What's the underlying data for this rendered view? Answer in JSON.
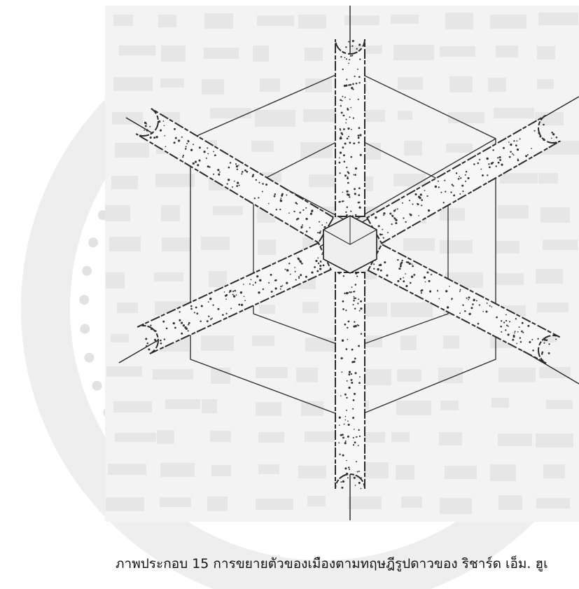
{
  "caption": "ภาพประกอบ 15 การขยายตัวของเมืองตามทฤษฎีรูปดาวของ ริชาร์ด เอ็ม. ฮูเ",
  "figure": {
    "subject": "star-shaped city expansion diagram",
    "arm_count": 6
  },
  "colors": {
    "line": "#222222",
    "background": "#f3f3f3",
    "watermark": "#e6e6e6"
  }
}
